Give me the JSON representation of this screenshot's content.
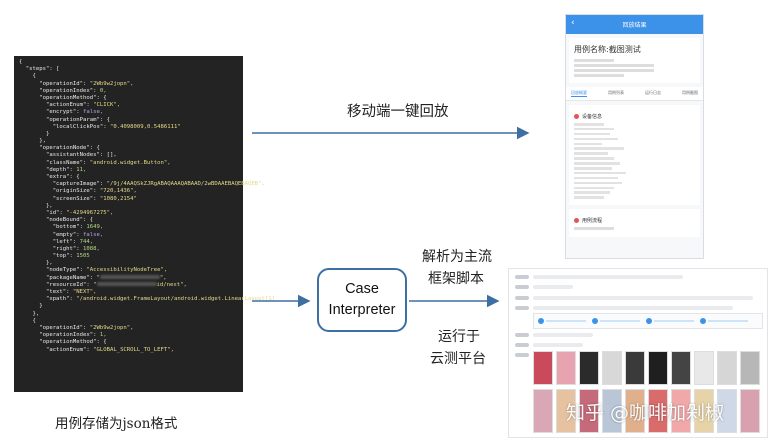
{
  "code_lines": [
    "{",
    "  \"steps\": [",
    "    {",
    "      \"operationId\": \"2Wb9w2jopn\",",
    "      \"operationIndex\": 0,",
    "      \"operationMethod\": {",
    "        \"actionEnum\": \"CLICK\",",
    "        \"encrypt\": false,",
    "        \"operationParam\": {",
    "          \"localClickPos\": \"0.4098009,0.5486111\"",
    "        }",
    "      },",
    "      \"operationNode\": {",
    "        \"assistantNodes\": [],",
    "        \"className\": \"android.widget.Button\",",
    "        \"depth\": 11,",
    "        \"extra\": {",
    "          \"captureImage\": \"/9j/4AAQSkZJRgABAQAAAQABAAD/2wBDAAEBAQEBAQEB\",",
    "          \"originSize\": \"720,1436\",",
    "          \"screenSize\": \"1080,2154\"",
    "        },",
    "        \"id\": \"-4294967275\",",
    "        \"nodeBound\": {",
    "          \"bottom\": 1649,",
    "          \"empty\": false,",
    "          \"left\": 744,",
    "          \"right\": 1088,",
    "          \"top\": 1505",
    "        },",
    "        \"nodeType\": \"AccessibilityNodeTree\",",
    "        \"packageName\": \"",
    "        \"resourceId\": \"",
    "        \"text\": \"NEXT\",",
    "        \"xpath\": \"/android.widget.FrameLayout/android.widget.LinearLayout[1]",
    "      }",
    "    },",
    "    {",
    "      \"operationId\": \"2Wb9w2jopn\",",
    "      \"operationIndex\": 1,",
    "      \"operationMethod\": {",
    "        \"actionEnum\": \"GLOBAL_SCROLL_TO_LEFT\","
  ],
  "code_suffixes": {
    "30": "\",",
    "31": "id/next\","
  },
  "caption_bottom": "用例存储为json格式",
  "label_mobile": "移动端一键回放",
  "label_parse_1": "解析为主流",
  "label_parse_2": "框架脚本",
  "label_run_1": "运行于",
  "label_run_2": "云测平台",
  "interpreter_line1": "Case",
  "interpreter_line2": "Interpreter",
  "phone": {
    "header": "回放结果",
    "back_icon": "chevron-left-icon",
    "title": "用例名称:截图测试",
    "tabs": [
      "回放概要",
      "用例列表",
      "运行日志",
      "用例截图"
    ],
    "section_device": "设备信息",
    "section_steps": "用例流程"
  },
  "watermark": "知乎 @咖啡加剁椒",
  "colors": {
    "arrow": "#3e6fa3",
    "box_border": "#3e6fa3",
    "phone_bar": "#3c92e8"
  }
}
